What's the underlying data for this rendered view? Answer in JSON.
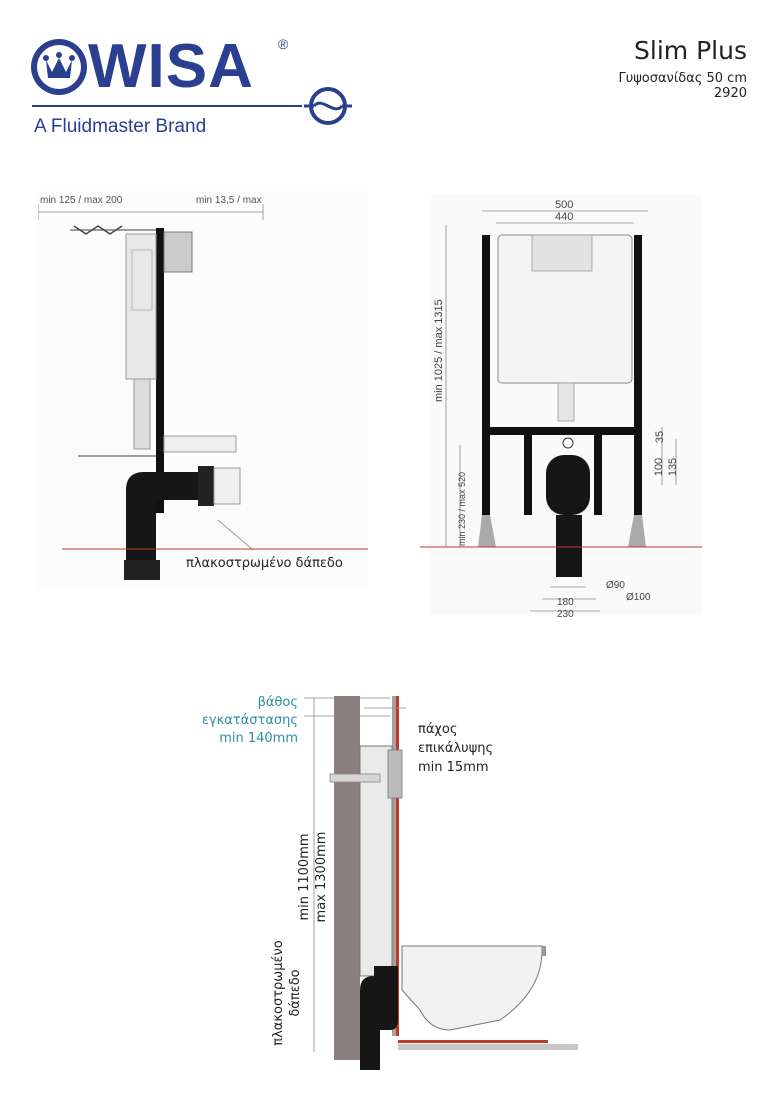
{
  "brand": {
    "logo_text": "WISA",
    "registered": "®",
    "tagline": "A Fluidmaster Brand",
    "color": "#2a3f8f"
  },
  "product": {
    "title": "Slim Plus",
    "subtitle": "Γυψοσανίδας 50 cm",
    "code": "2920"
  },
  "side_view": {
    "dim_left": "min 125 / max 200",
    "dim_right": "min 13,5 / max",
    "floor_label": "πλακοστρωμένο δάπεδο"
  },
  "front_view": {
    "width_outer": "500",
    "width_inner": "440",
    "height_range": "min 1025 / max 1315",
    "height_lower": "min 230 / max 520",
    "dim_35": "35",
    "dim_100": "100",
    "dim_135": "135",
    "dim_180": "180",
    "dim_230": "230",
    "pipe_90": "Ø90",
    "pipe_100": "Ø100"
  },
  "install_view": {
    "depth_label_1": "βάθος",
    "depth_label_2": "εγκατάστασης",
    "depth_label_3": "min 140mm",
    "cover_label_1": "πάχος",
    "cover_label_2": "επικάλυψης",
    "cover_label_3": "min 15mm",
    "height_1": "min 1100mm",
    "height_2": "max 1300mm",
    "floor_1": "πλακοστρωμένο",
    "floor_2": "δάπεδο",
    "teal_color": "#2f8da3",
    "red_line_color": "#c0392b"
  }
}
